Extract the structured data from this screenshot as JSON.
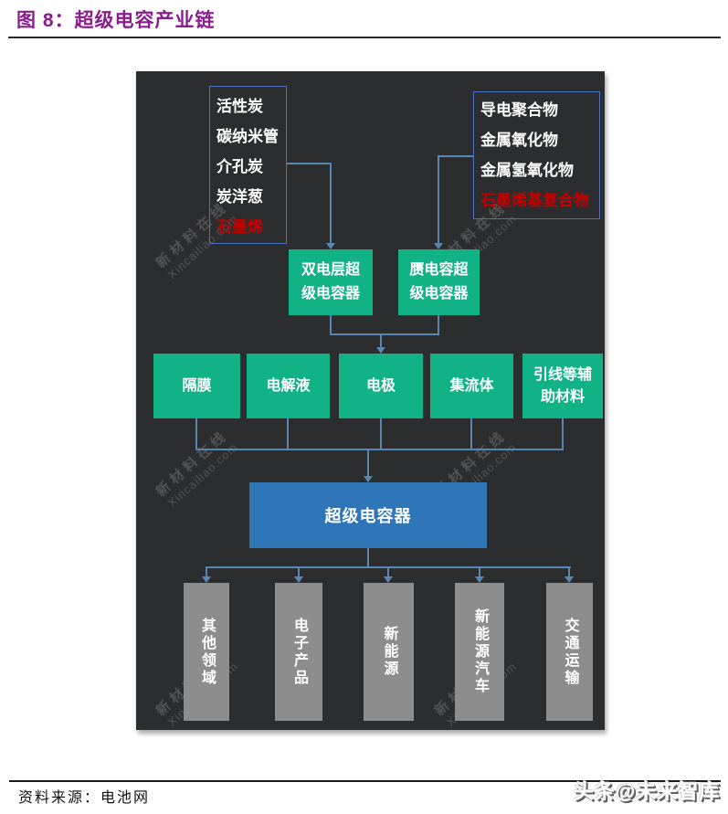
{
  "page": {
    "title": "图 8：超级电容产业链",
    "source_label": "资料来源：电池网",
    "brand_watermark": "头条@未来智库"
  },
  "site_watermark": {
    "line1": "新材料在线",
    "line2": "Xincailiao.com"
  },
  "diagram": {
    "left_materials": {
      "items": [
        {
          "text": "活性炭"
        },
        {
          "text": "碳纳米管"
        },
        {
          "text": "介孔炭"
        },
        {
          "text": "炭洋葱"
        },
        {
          "text": "石墨烯",
          "highlight": true
        }
      ]
    },
    "right_materials": {
      "items": [
        {
          "text": "导电聚合物"
        },
        {
          "text": "金属氧化物"
        },
        {
          "text": "金属氢氧化物"
        },
        {
          "text": "石墨烯基复合物",
          "highlight": true
        }
      ]
    },
    "capacitor_types": [
      {
        "line1": "双电层超",
        "line2": "级电容器"
      },
      {
        "line1": "赝电容超",
        "line2": "级电容器"
      }
    ],
    "components": [
      {
        "line1": "隔膜"
      },
      {
        "line1": "电解液"
      },
      {
        "line1": "电极"
      },
      {
        "line1": "集流体"
      },
      {
        "line1": "引线等辅",
        "line2": "助材料"
      }
    ],
    "product": {
      "label": "超级电容器"
    },
    "applications": [
      {
        "label": "其他领域"
      },
      {
        "label": "电子产品"
      },
      {
        "label": "新能源"
      },
      {
        "label": "新能源汽车"
      },
      {
        "label": "交通运输"
      }
    ]
  },
  "colors": {
    "title_purple": "#8b1c8b",
    "panel_bg": "#2c2d2e",
    "accent_green": "#11b286",
    "accent_blue": "#2e76b8",
    "application_gray": "#8d8d8d",
    "highlight_red": "#c40000",
    "connector_blue": "#5a87b2",
    "material_border_blue": "#4a72c0"
  }
}
